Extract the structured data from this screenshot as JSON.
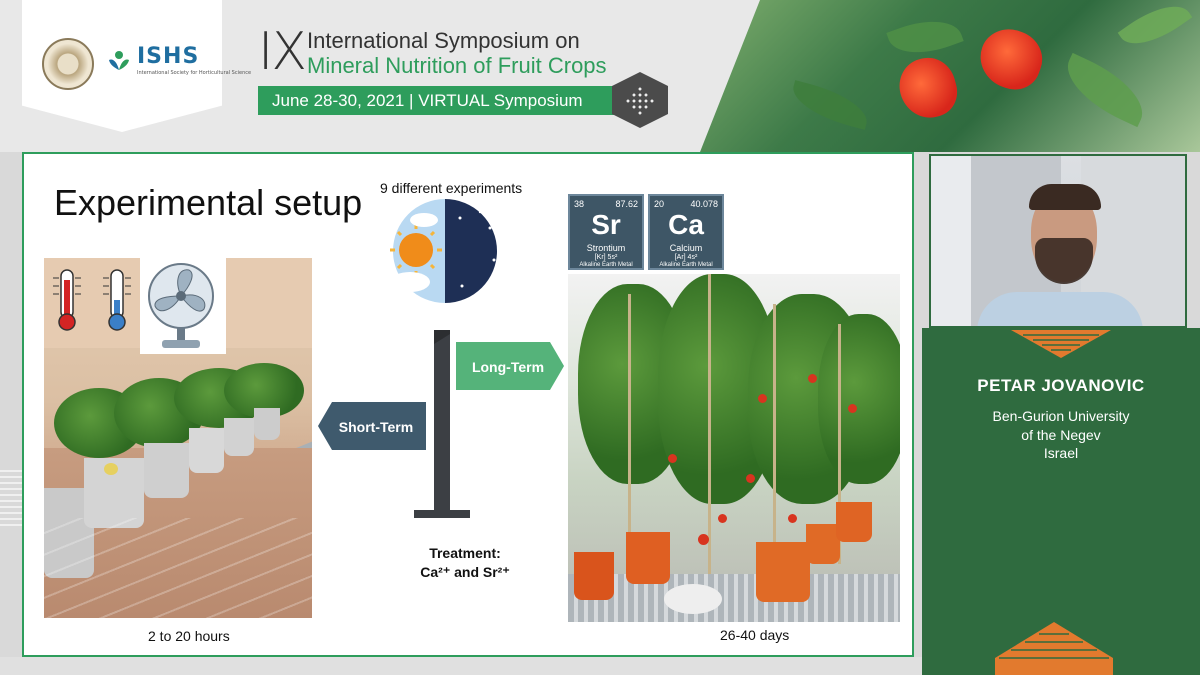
{
  "banner": {
    "roman_numeral": "IX",
    "title_line1": "International Symposium on",
    "title_line2": "Mineral Nutrition of Fruit Crops",
    "date_venue": "June 28-30, 2021  |  VIRTUAL Symposium",
    "org_logo_text": "ISHS",
    "org_logo_subtitle": "International Society for Horticultural Science",
    "colors": {
      "accent_green": "#2e9d5c",
      "dark_green": "#2f6b3f",
      "orange": "#e27a2e"
    }
  },
  "slide": {
    "title": "Experimental setup",
    "experiments_label": "9 different experiments",
    "left_caption": "2 to 20 hours",
    "right_caption": "26-40 days",
    "sign_long": "Long-Term",
    "sign_short": "Short-Term",
    "treatment_line1": "Treatment:",
    "treatment_line2": "Ca²⁺ and Sr²⁺",
    "elements": [
      {
        "number": "38",
        "mass": "87.62",
        "symbol": "Sr",
        "name": "Strontium",
        "config": "[Kr] 5s²",
        "group": "Alkaline Earth Metal"
      },
      {
        "number": "20",
        "mass": "40.078",
        "symbol": "Ca",
        "name": "Calcium",
        "config": "[Ar] 4s²",
        "group": "Alkaline Earth Metal"
      }
    ],
    "icons": [
      "thermometer-hot-icon",
      "thermometer-cold-icon",
      "fan-icon",
      "day-night-icon",
      "signpost-icon"
    ]
  },
  "speaker": {
    "name": "PETAR JOVANOVIC",
    "affiliation_line1": "Ben-Gurion University",
    "affiliation_line2": "of the Negev",
    "affiliation_line3": "Israel"
  }
}
